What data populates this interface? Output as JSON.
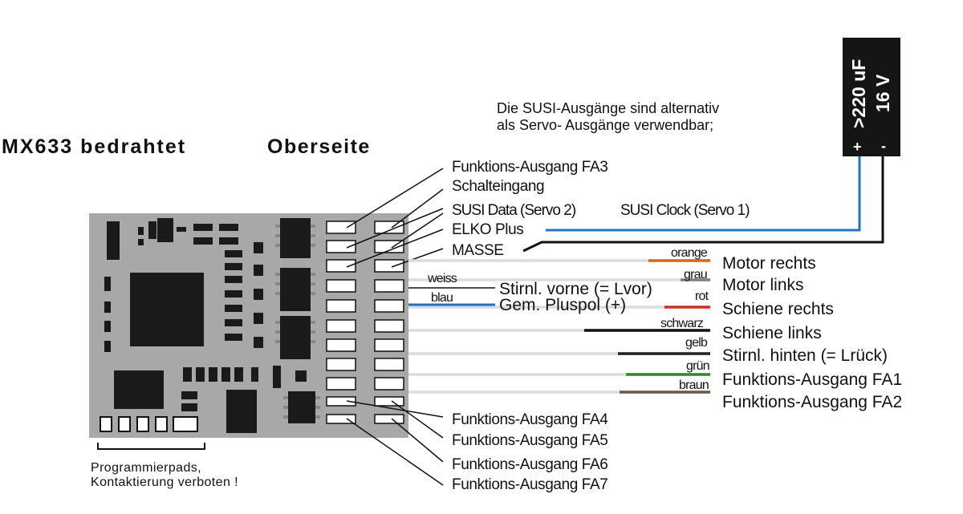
{
  "title": "MX633 bedrahtet",
  "subtitle": "Oberseite",
  "note": {
    "line1": "Die SUSI-Ausgänge sind alternativ",
    "line2": "als Servo- Ausgänge verwendbar;"
  },
  "capacitor": {
    "line1": ">220 uF",
    "line2": "16 V",
    "plus": "+",
    "minus": "-"
  },
  "top_labels": {
    "fa3": "Funktions-Ausgang FA3",
    "schalteingang": "Schalteingang",
    "susi_data": "SUSI Data (Servo 2)",
    "susi_clock": "SUSI Clock (Servo 1)",
    "elko": "ELKO Plus",
    "masse": "MASSE"
  },
  "wires": {
    "orange": {
      "color_label": "orange",
      "label": "Motor rechts",
      "color": "#d2691e"
    },
    "grau": {
      "color_label": "grau",
      "label": "Motor links",
      "color": "#7f7f7f"
    },
    "rot": {
      "color_label": "rot",
      "label": "Schiene rechts",
      "color": "#c8341e"
    },
    "schwarz": {
      "color_label": "schwarz",
      "label": "Schiene links",
      "color": "#111111"
    },
    "gelb": {
      "color_label": "gelb",
      "label": "Stirnl. hinten (= Lrück)",
      "color": "#dddddd"
    },
    "gruen": {
      "color_label": "grün",
      "label": "Funktions-Ausgang FA1",
      "color": "#2e8b2e"
    },
    "braun": {
      "color_label": "braun",
      "label": "Funktions-Ausgang FA2",
      "color": "#6b5a48"
    },
    "weiss": {
      "color_label": "weiss",
      "label": "Stirnl. vorne (= Lvor)"
    },
    "blau": {
      "color_label": "blau",
      "label": "Gem. Pluspol (+)",
      "color": "#1f72c4"
    }
  },
  "bottom_labels": {
    "fa4": "Funktions-Ausgang FA4",
    "fa5": "Funktions-Ausgang FA5",
    "fa6": "Funktions-Ausgang FA6",
    "fa7": "Funktions-Ausgang FA7"
  },
  "prog": {
    "line1": "Programmierpads,",
    "line2": "Kontaktierung  verboten !"
  }
}
